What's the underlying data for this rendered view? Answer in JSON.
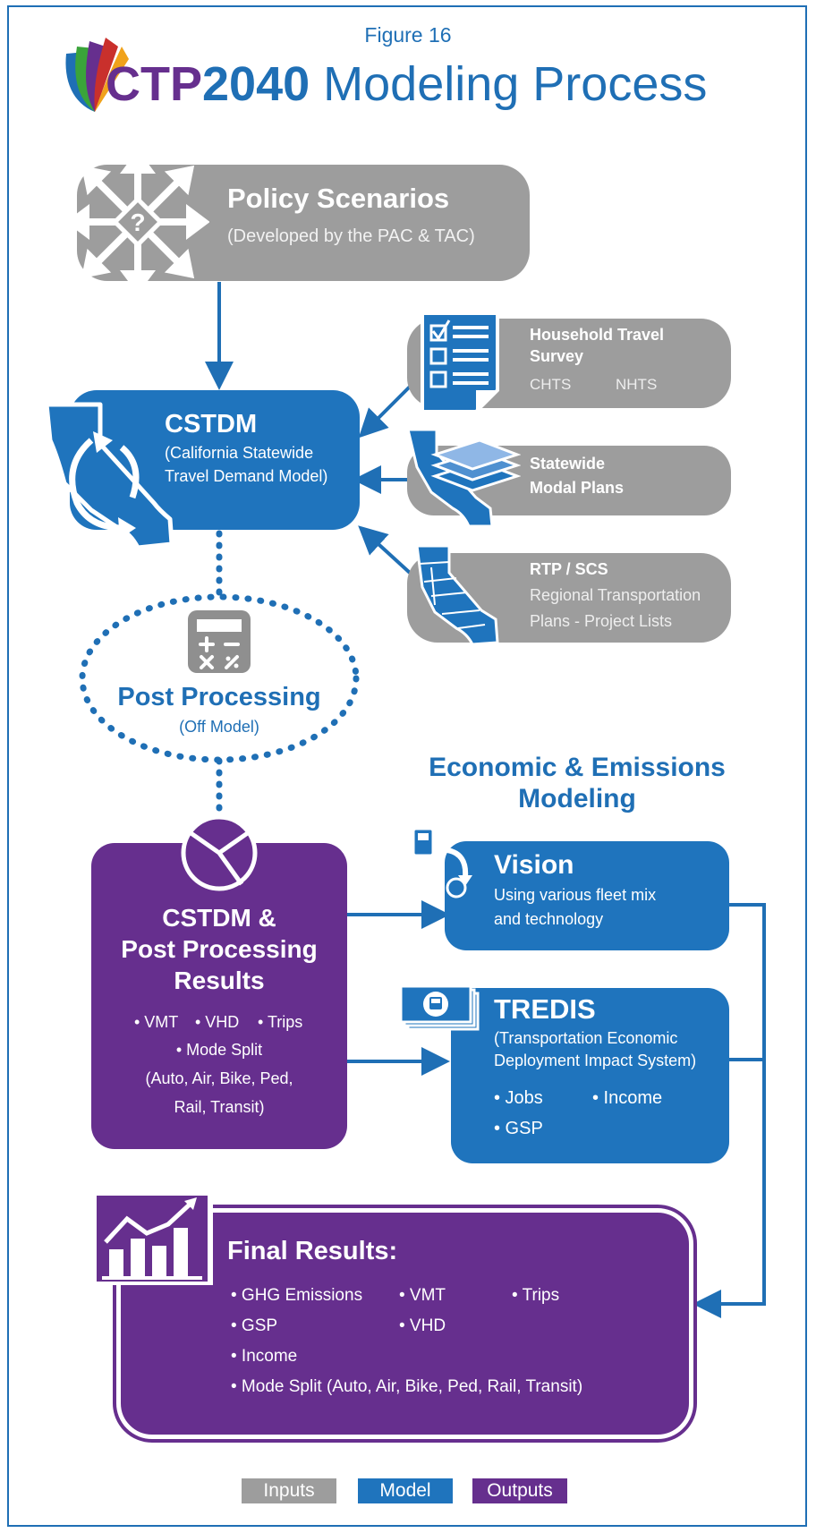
{
  "figure_label": "Figure 16",
  "title": {
    "brand_a": "CTP",
    "brand_b": "2040",
    "rest": " Modeling Process"
  },
  "policy": {
    "title": "Policy Scenarios",
    "subtitle": "(Developed by the PAC & TAC)",
    "icon": "question-arrows-icon"
  },
  "cstdm": {
    "title": "CSTDM",
    "line1": "(California Statewide",
    "line2": "Travel Demand Model)",
    "icon": "california-cycle-icon"
  },
  "inputs": {
    "survey": {
      "title1": "Household Travel",
      "title2": "Survey",
      "item1": "CHTS",
      "item2": "NHTS",
      "icon": "checklist-document-icon"
    },
    "modal": {
      "title1": "Statewide",
      "title2": "Modal Plans",
      "icon": "california-layers-icon"
    },
    "rtp": {
      "title": "RTP / SCS",
      "line1": "Regional Transportation",
      "line2": "Plans - Project Lists",
      "icon": "california-regions-map-icon"
    }
  },
  "post": {
    "title": "Post Processing",
    "subtitle": "(Off Model)",
    "icon": "calculator-icon"
  },
  "results": {
    "title1": "CSTDM &",
    "title2": "Post Processing",
    "title3": "Results",
    "b_vmt": "• VMT",
    "b_vhd": "• VHD",
    "b_trips": "• Trips",
    "b_mode": "• Mode Split",
    "b_paren1": "(Auto, Air, Bike, Ped,",
    "b_paren2": "Rail, Transit)",
    "icon": "pie-chart-icon"
  },
  "econ": {
    "line1": "Economic & Emissions",
    "line2": "Modeling"
  },
  "vision": {
    "title": "Vision",
    "line1": "Using various fleet mix",
    "line2": "and technology",
    "icon": "fuel-cycle-icon"
  },
  "tredis": {
    "title": "TREDIS",
    "line1": "(Transportation Economic",
    "line2": "Deployment Impact System)",
    "b_jobs": "• Jobs",
    "b_income": "• Income",
    "b_gsp": "• GSP",
    "icon": "bus-money-icon"
  },
  "final": {
    "title": "Final Results:",
    "b_ghg": "• GHG Emissions",
    "b_vmt": "• VMT",
    "b_trips": "• Trips",
    "b_gsp": "• GSP",
    "b_vhd": "• VHD",
    "b_income": "• Income",
    "b_mode": "• Mode Split (Auto, Air, Bike, Ped, Rail, Transit)",
    "icon": "bar-line-chart-icon"
  },
  "legend": {
    "inputs": "Inputs",
    "model": "Model",
    "outputs": "Outputs"
  },
  "colors": {
    "gray": "#9d9d9d",
    "blue": "#1f74bd",
    "purple": "#662f8e"
  }
}
